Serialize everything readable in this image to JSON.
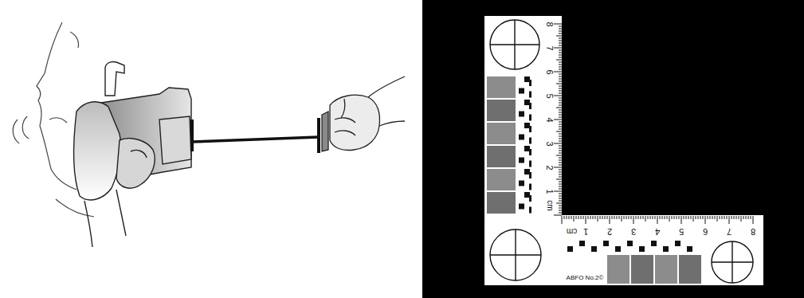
{
  "diagram": {
    "labels": [
      "8",
      "7",
      "6",
      "5",
      "4",
      "3",
      "2",
      "1",
      "cm",
      "cm",
      "1",
      "2",
      "3",
      "4",
      "5",
      "6",
      "7",
      "8",
      "ABFO No.2©"
    ]
  }
}
